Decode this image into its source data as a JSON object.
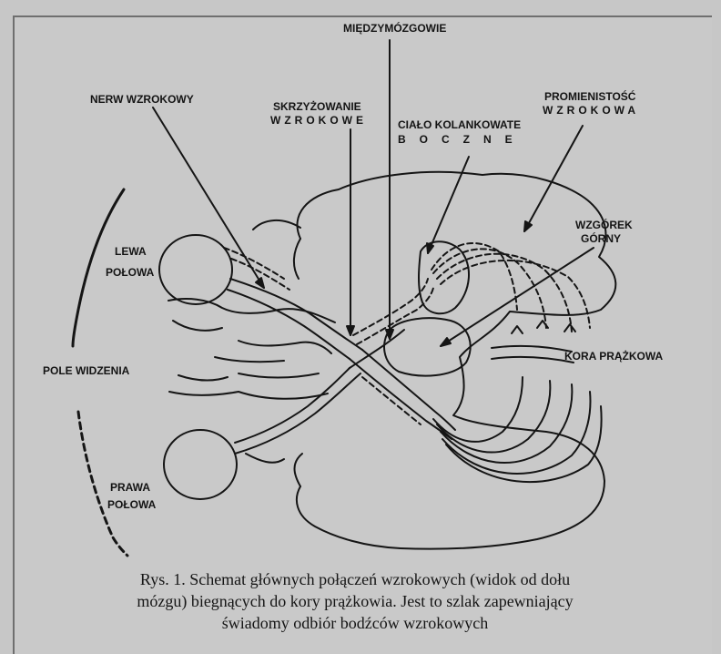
{
  "labels": {
    "miedzymozgowie": "MIĘDZYMÓZGOWIE",
    "nerw": "NERW WZROKOWY",
    "skrzyzowanie_1": "SKRZYŻOWANIE",
    "skrzyzowanie_2": "WZROKOWE",
    "cialo_1": "CIAŁO KOLANKOWATE",
    "cialo_2": "BOCZNE",
    "promienistosc_1": "PROMIENISTOŚĆ",
    "promienistosc_2": "WZROKOWA",
    "wzgorek_1": "WZGÓREK",
    "wzgorek_2": "GÓRNY",
    "lewa_1": "LEWA",
    "lewa_2": "POŁOWA",
    "pole": "POLE WIDZENIA",
    "prawa_1": "PRAWA",
    "prawa_2": "POŁOWA",
    "kora": "KORA PRĄŻKOWA"
  },
  "caption": {
    "line1": "Rys. 1. Schemat głównych połączeń wzrokowych (widok od dołu",
    "line2": "mózgu) biegnących do kory prążkowia. Jest to szlak zapewniający",
    "line3": "świadomy odbiór bodźców wzrokowych"
  },
  "colors": {
    "paper": "#c9c9c9",
    "ink": "#141414"
  }
}
